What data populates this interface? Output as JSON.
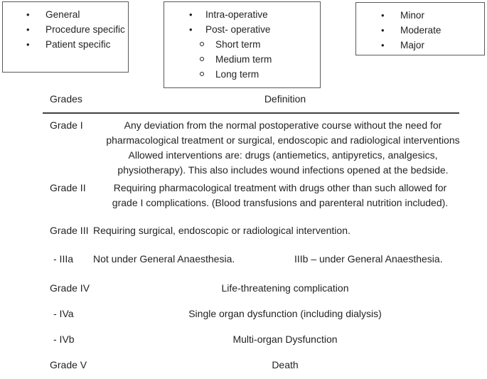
{
  "boxes": [
    {
      "name": "general-box",
      "items": [
        {
          "text": "General"
        },
        {
          "text": "Procedure specific"
        },
        {
          "text": "Patient specific"
        }
      ]
    },
    {
      "name": "timing-box",
      "items": [
        {
          "text": "Intra-operative"
        },
        {
          "text": "Post- operative"
        }
      ],
      "subitems": [
        {
          "text": "Short term"
        },
        {
          "text": "Medium term"
        },
        {
          "text": "Long term"
        }
      ]
    },
    {
      "name": "severity-box",
      "items": [
        {
          "text": "Minor"
        },
        {
          "text": "Moderate"
        },
        {
          "text": "Major"
        }
      ]
    }
  ],
  "table": {
    "headers": {
      "grades": "Grades",
      "definition": "Definition"
    },
    "rows": [
      {
        "label": "Grade I",
        "definition": "Any deviation from the normal postoperative course without the need for pharmacological treatment or surgical, endoscopic and radiological interventions Allowed interventions are: drugs (antiemetics, antipyretics, analgesics, physiotherapy). This also includes wound infections opened at the bedside."
      },
      {
        "label": "Grade II",
        "definition": "Requiring pharmacological treatment with drugs other than such allowed for grade I complications. (Blood transfusions and parenteral nutrition included)."
      },
      {
        "label": "Grade III",
        "definition": "Requiring surgical, endoscopic or radiological intervention."
      },
      {
        "label": "- IIIa",
        "definition_a": "Not under General Anaesthesia.",
        "definition_b": "IIIb – under General Anaesthesia."
      },
      {
        "label": "Grade IV",
        "definition": "Life-threatening complication"
      },
      {
        "label": "- IVa",
        "definition": "Single organ dysfunction (including dialysis)"
      },
      {
        "label": "- IVb",
        "definition": "Multi-organ Dysfunction"
      },
      {
        "label": "Grade V",
        "definition": "Death"
      }
    ]
  },
  "colors": {
    "text": "#231f20",
    "rule": "#414042",
    "border": "#58595b",
    "background": "#ffffff"
  }
}
